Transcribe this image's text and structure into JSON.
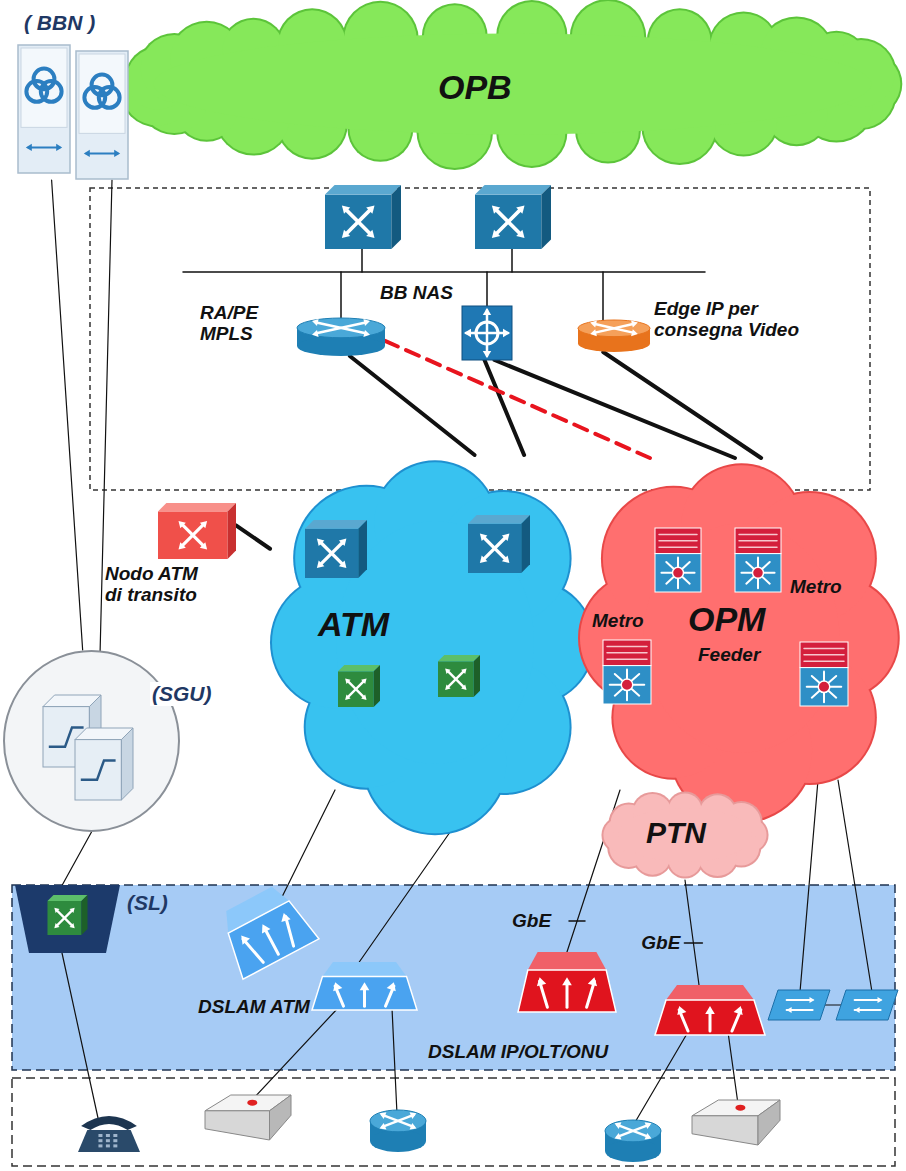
{
  "diagram": {
    "nodes": [
      {
        "text": [
          "OPB"
        ]
      },
      {
        "text": [
          "( BBN )"
        ]
      },
      {
        "text": [
          "RA/PE MPLS"
        ]
      },
      {
        "text": [
          "BB NAS"
        ]
      },
      {
        "text": [
          "Edge IP per consegna Video"
        ]
      },
      {
        "text": [
          "Nodo ATM di transito"
        ]
      },
      {
        "text": [
          "ATM"
        ]
      },
      {
        "text": [
          "OPM",
          "Metro",
          "Metro",
          "Feeder"
        ]
      },
      {
        "text": [
          "PTN"
        ]
      },
      {
        "text": [
          "(SGU)"
        ]
      },
      {
        "text": [
          "(SL)"
        ]
      },
      {
        "text": [
          "DSLAM ATM"
        ]
      },
      {
        "text": [
          "DSLAM IP/OLT/ONU"
        ]
      }
    ],
    "edges": [
      {
        "from": 2,
        "to": 6,
        "arrow": "none"
      },
      {
        "from": 3,
        "to": 6,
        "arrow": "none"
      },
      {
        "from": 3,
        "to": 7,
        "arrow": "none"
      },
      {
        "from": 4,
        "to": 7,
        "arrow": "none"
      },
      {
        "from": 2,
        "to": 7,
        "arrow": "none"
      },
      {
        "from": 5,
        "to": 6,
        "arrow": "none"
      },
      {
        "from": 1,
        "to": 9,
        "arrow": "none"
      },
      {
        "from": 9,
        "to": 10,
        "arrow": "none"
      },
      {
        "from": 6,
        "to": 11,
        "arrow": "none"
      },
      {
        "from": 8,
        "to": 12,
        "label": "GbE",
        "arrow": "none"
      }
    ],
    "labels": [
      "GbE"
    ]
  }
}
